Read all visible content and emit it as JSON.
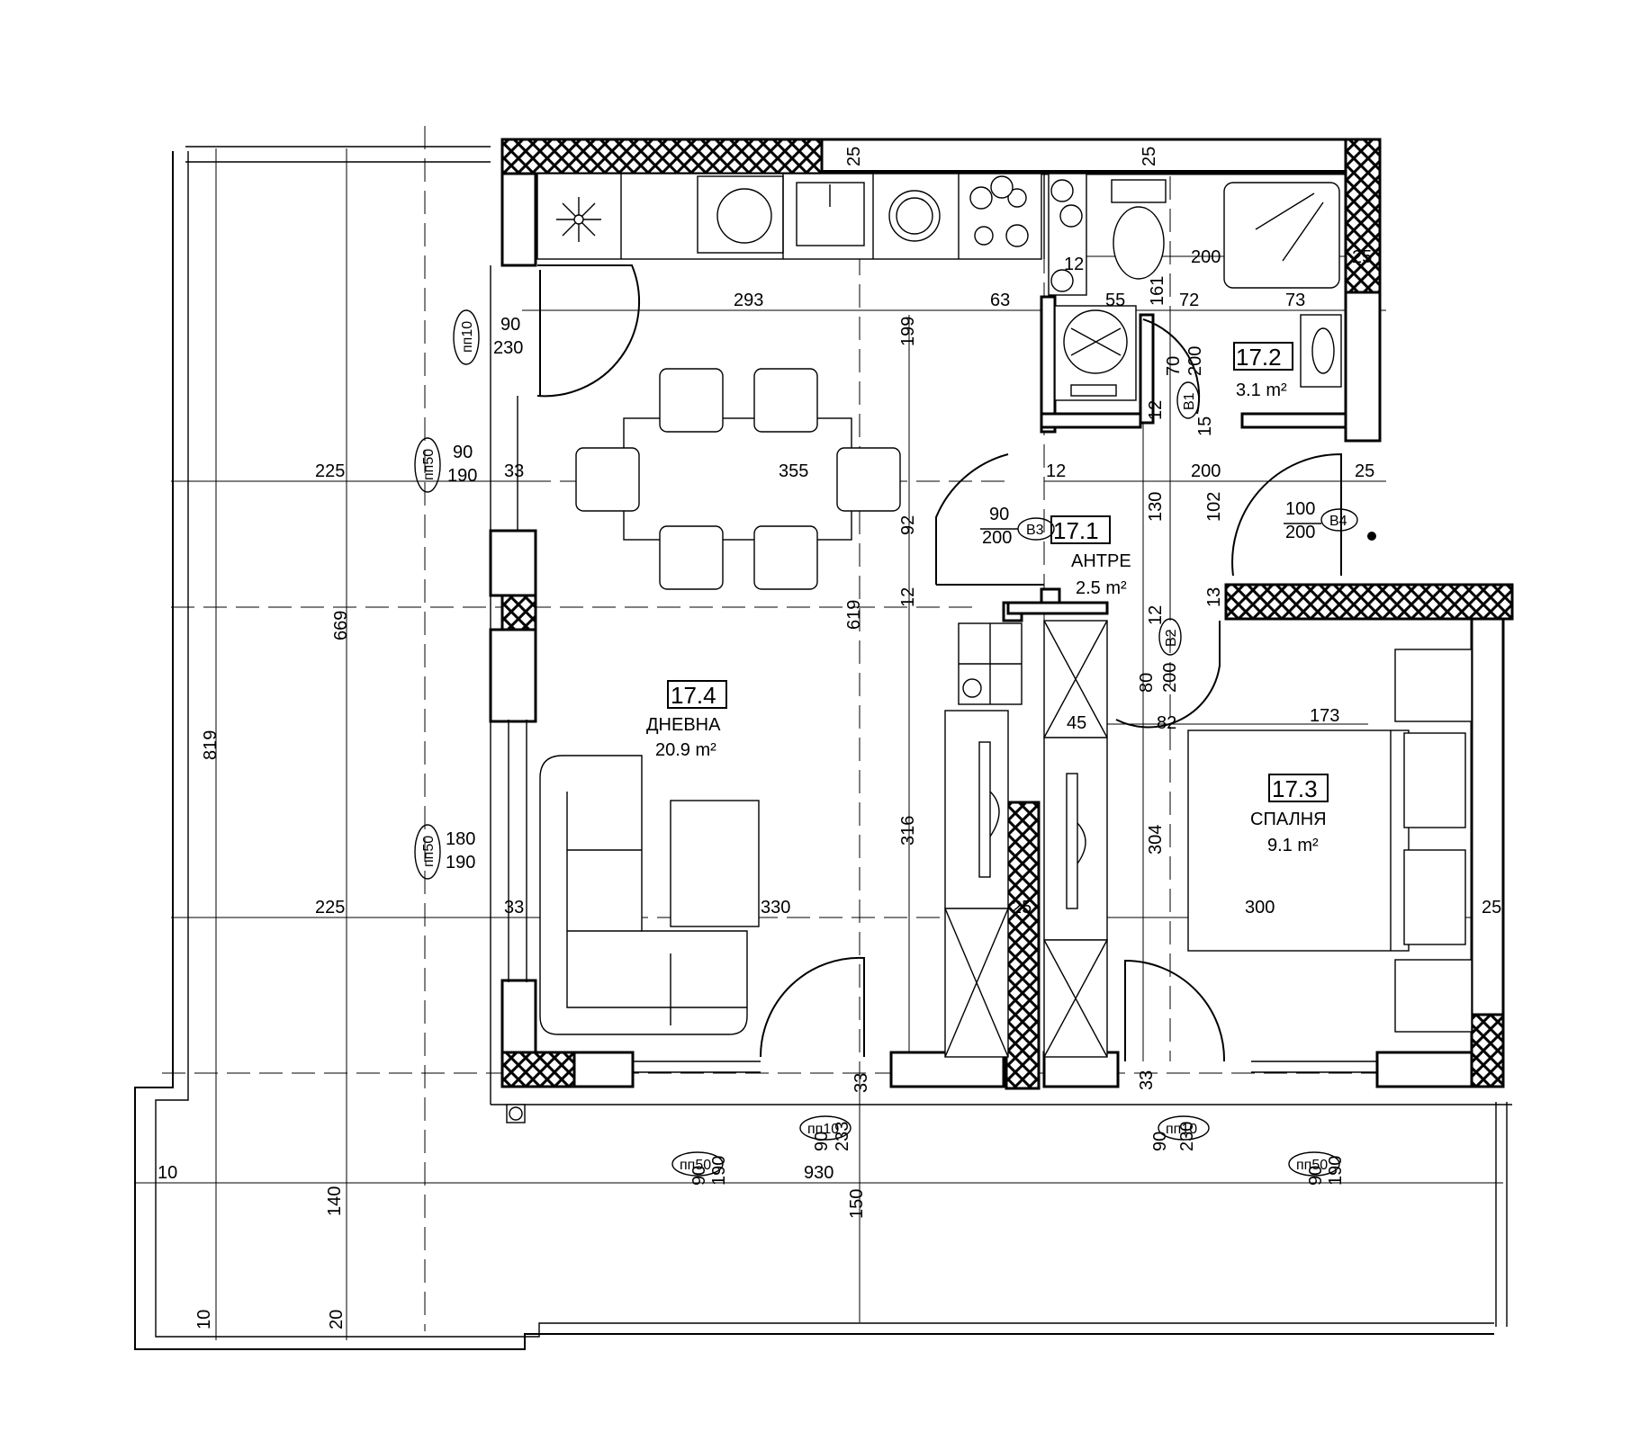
{
  "rooms": [
    {
      "number": "17.1",
      "name": "АНТРЕ",
      "area": "2.5 m²"
    },
    {
      "number": "17.2",
      "name": "",
      "area": "3.1 m²"
    },
    {
      "number": "17.3",
      "name": "СПАЛНЯ",
      "area": "9.1 m²"
    },
    {
      "number": "17.4",
      "name": "ДНЕВНА",
      "area": "20.9 m²"
    }
  ],
  "openings": [
    {
      "type": "пп10",
      "w": "90",
      "h": "230"
    },
    {
      "type": "пп50",
      "w": "90",
      "h": "190"
    },
    {
      "type": "пп50",
      "w": "180",
      "h": "190"
    },
    {
      "type": "пп10",
      "w": "90",
      "h": "233"
    },
    {
      "type": "пп50",
      "w": "90",
      "h": "190"
    },
    {
      "type": "пп10",
      "w": "90",
      "h": "230"
    },
    {
      "type": "пп50",
      "w": "90",
      "h": "190"
    }
  ],
  "doors": [
    {
      "id": "В1",
      "w": "70",
      "h": "200"
    },
    {
      "id": "В2",
      "w": "80",
      "h": "200"
    },
    {
      "id": "В3",
      "w": "90",
      "h": "200"
    },
    {
      "id": "В4",
      "w": "100",
      "h": "200"
    }
  ],
  "dimensions": {
    "top_25_left": "25",
    "top_25_right": "25",
    "right_25_top": "25",
    "d12_upper": "12",
    "d200_upper": "200",
    "d293": "293",
    "d63": "63",
    "d55": "55",
    "d161": "161",
    "d72": "72",
    "d73": "73",
    "d199": "199",
    "d12_b1": "12",
    "d15": "15",
    "d225_top": "225",
    "d33_top": "33",
    "d355": "355",
    "d12_mid": "12",
    "d200_mid": "200",
    "d25_mid": "25",
    "d92": "92",
    "d130": "130",
    "d102": "102",
    "d669": "669",
    "d12_left": "12",
    "d619": "619",
    "d12_b2": "12",
    "d13": "13",
    "d819": "819",
    "d45": "45",
    "d82": "82",
    "d173": "173",
    "d316": "316",
    "d304": "304",
    "d225_bottom": "225",
    "d33_bottom": "33",
    "d330": "330",
    "d25_wall": "25",
    "d300": "300",
    "d25_right": "25",
    "d33_door_left": "33",
    "d33_door_right": "33",
    "d930": "930",
    "d10_left": "10",
    "d140": "140",
    "d150": "150",
    "d10_bottom": "10",
    "d20": "20"
  },
  "icons": [
    "snowflake-icon",
    "sink-icon",
    "hob-icon",
    "toilet-icon",
    "shower-icon",
    "boiler-icon",
    "bed-icon",
    "sofa-icon",
    "dining-table-icon",
    "tv-icon"
  ]
}
